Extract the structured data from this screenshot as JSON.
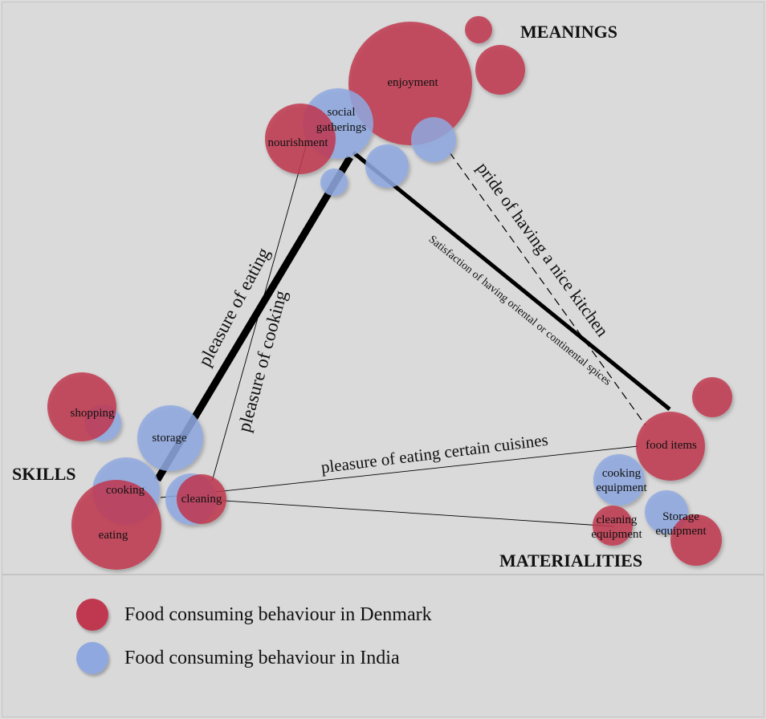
{
  "colors": {
    "denmark": "#c0384f",
    "india": "#8fa9e0",
    "line": "#000000"
  },
  "corners": {
    "meanings": "MEANINGS",
    "skills": "SKILLS",
    "materialities": "MATERIALITIES"
  },
  "nodes": {
    "enjoyment": "enjoyment",
    "social_gatherings_1": "social",
    "social_gatherings_2": "gatherings",
    "nourishment": "nourishment",
    "shopping": "shopping",
    "storage": "storage",
    "cooking": "cooking",
    "eating": "eating",
    "cleaning": "cleaning",
    "food_items": "food items",
    "cooking_equipment_1": "cooking",
    "cooking_equipment_2": "equipment",
    "cleaning_equipment_1": "cleaning",
    "cleaning_equipment_2": "equipment",
    "storage_equipment_1": "Storage",
    "storage_equipment_2": "equipment"
  },
  "edges": {
    "pleasure_of_eating": "pleasure of eating",
    "pleasure_of_cooking": "pleasure of cooking",
    "pride_kitchen": "pride of having a nice kitchen",
    "satisfaction_spices": "Satisfaction of having oriental or continental spices",
    "certain_cuisines": "pleasure of eating certain cuisines"
  },
  "legend": {
    "denmark": "Food consuming behaviour in Denmark",
    "india": "Food consuming behaviour in India"
  }
}
